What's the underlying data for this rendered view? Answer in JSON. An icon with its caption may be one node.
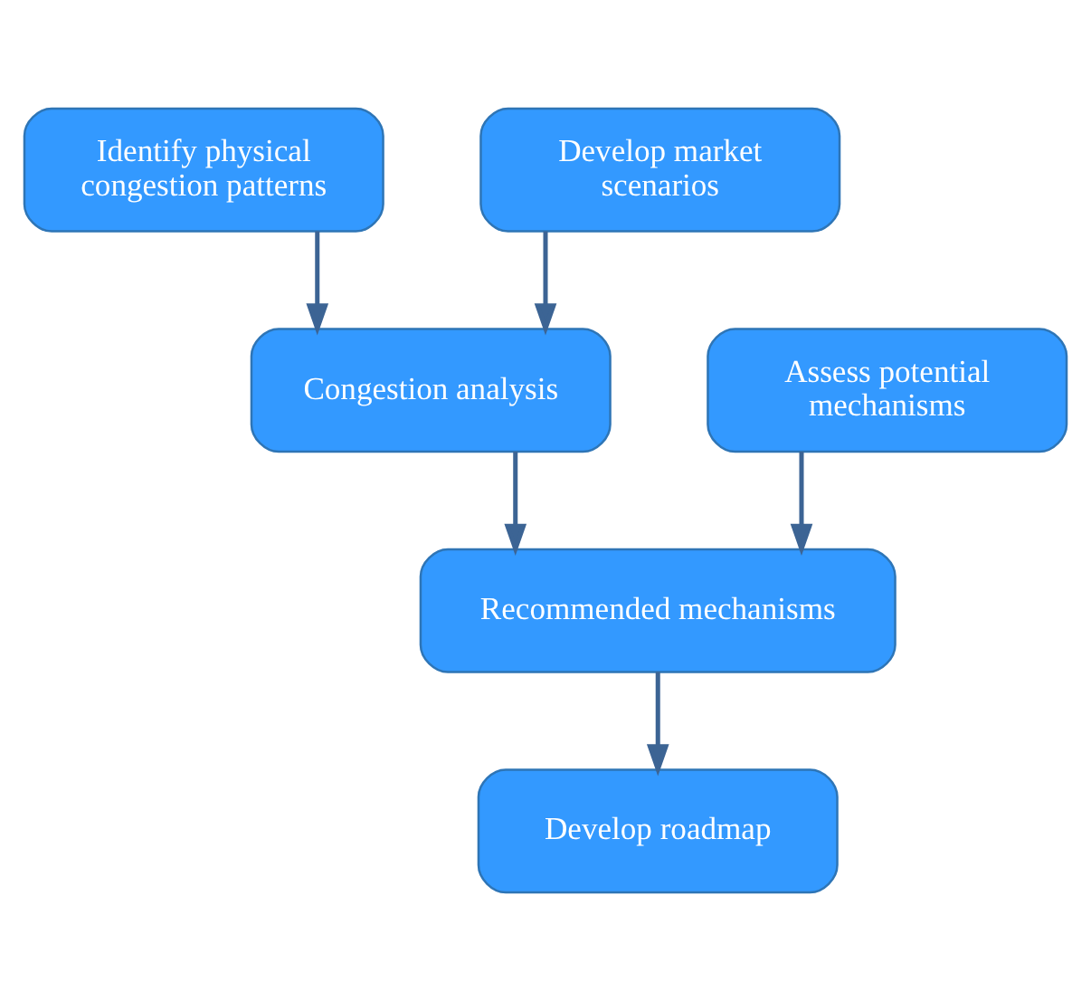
{
  "diagram": {
    "nodes": [
      {
        "text": [
          "Identify physical congestion patterns"
        ]
      },
      {
        "text": [
          "Develop market scenarios"
        ]
      },
      {
        "text": [
          "Congestion analysis"
        ]
      },
      {
        "text": [
          "Assess potential mechanisms"
        ]
      },
      {
        "text": [
          "Recommended mechanisms"
        ]
      },
      {
        "text": [
          "Develop roadmap"
        ]
      }
    ],
    "edges": [
      {
        "from": 0,
        "to": 2,
        "arrow": "to"
      },
      {
        "from": 1,
        "to": 2,
        "arrow": "to"
      },
      {
        "from": 2,
        "to": 4,
        "arrow": "to"
      },
      {
        "from": 3,
        "to": 4,
        "arrow": "to"
      },
      {
        "from": 4,
        "to": 5,
        "arrow": "to"
      }
    ]
  }
}
